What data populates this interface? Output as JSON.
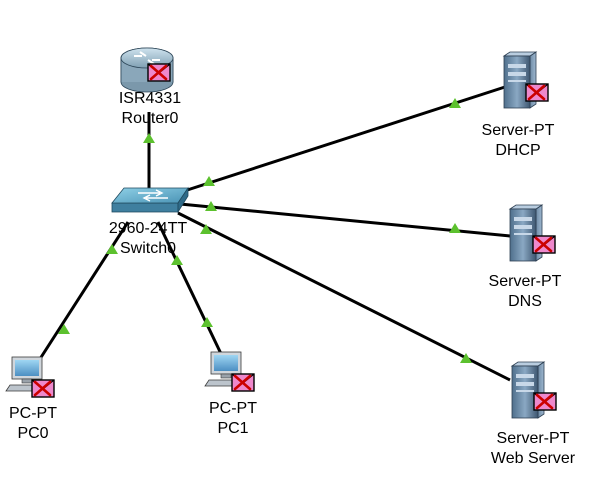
{
  "topology": {
    "devices": [
      {
        "id": "router0",
        "model": "ISR4331",
        "name": "Router0",
        "icon": "router-icon",
        "status": "pdu-failed-envelope-icon"
      },
      {
        "id": "switch0",
        "model": "2960-24TT",
        "name": "Switch0",
        "icon": "switch-icon"
      },
      {
        "id": "pc0",
        "model": "PC-PT",
        "name": "PC0",
        "icon": "pc-icon",
        "status": "pdu-failed-envelope-icon"
      },
      {
        "id": "pc1",
        "model": "PC-PT",
        "name": "PC1",
        "icon": "pc-icon",
        "status": "pdu-failed-envelope-icon"
      },
      {
        "id": "dhcp",
        "model": "Server-PT",
        "name": "DHCP",
        "icon": "server-icon",
        "status": "pdu-failed-envelope-icon"
      },
      {
        "id": "dns",
        "model": "Server-PT",
        "name": "DNS",
        "icon": "server-icon",
        "status": "pdu-failed-envelope-icon"
      },
      {
        "id": "web",
        "model": "Server-PT",
        "name": "Web Server",
        "icon": "server-icon",
        "status": "pdu-failed-envelope-icon"
      }
    ],
    "links": [
      {
        "from": "switch0",
        "to": "router0",
        "state": "up"
      },
      {
        "from": "switch0",
        "to": "dhcp",
        "state": "up"
      },
      {
        "from": "switch0",
        "to": "dns",
        "state": "up"
      },
      {
        "from": "switch0",
        "to": "web",
        "state": "up"
      },
      {
        "from": "switch0",
        "to": "pc0",
        "state": "up"
      },
      {
        "from": "switch0",
        "to": "pc1",
        "state": "up"
      }
    ],
    "colors": {
      "link": "#000000",
      "link_up_indicator": "#5cc12e",
      "envelope_fill": "#ee88cc",
      "envelope_x": "#cc0000"
    }
  }
}
